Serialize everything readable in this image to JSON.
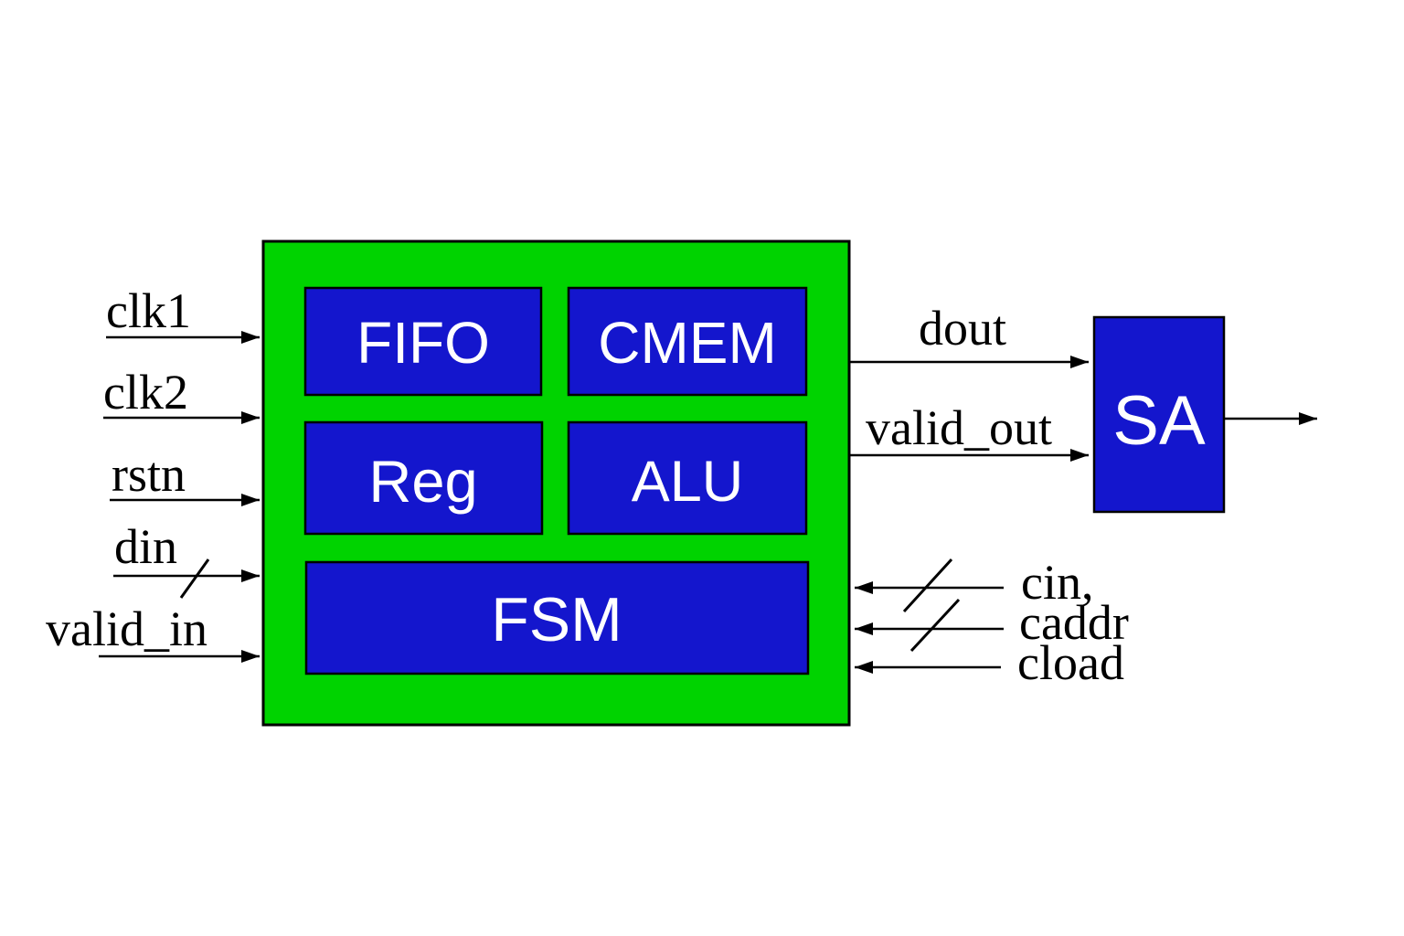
{
  "colors": {
    "background": "#ffffff",
    "chip_fill": "#00d300",
    "block_fill": "#1416cd",
    "sa_fill": "#1416cd",
    "line": "#000000",
    "block_text": "#ffffff",
    "signal_text": "#000000"
  },
  "chip": {
    "blocks": {
      "fifo": "FIFO",
      "cmem": "CMEM",
      "reg": "Reg",
      "alu": "ALU",
      "fsm": "FSM"
    }
  },
  "sa": {
    "label": "SA"
  },
  "signals": {
    "left_inputs": [
      {
        "label": "clk1",
        "bus": false
      },
      {
        "label": "clk2",
        "bus": false
      },
      {
        "label": "rstn",
        "bus": false
      },
      {
        "label": "din",
        "bus": true
      },
      {
        "label": "valid_in",
        "bus": false
      }
    ],
    "outputs_to_sa": [
      {
        "label": "dout"
      },
      {
        "label": "valid_out"
      }
    ],
    "right_inputs": [
      {
        "label": "cin,",
        "bus": true
      },
      {
        "label": "caddr",
        "bus": true
      },
      {
        "label": "cload",
        "bus": false
      }
    ]
  }
}
